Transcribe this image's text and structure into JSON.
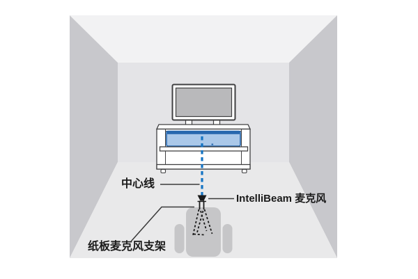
{
  "figure": {
    "labels": {
      "center_line": "中心线",
      "intellibeam_mic": "IntelliBeam 麦克风",
      "cardboard_stand": "纸板麦克风支架"
    },
    "colors": {
      "ceiling": "#f2f2f3",
      "back_wall": "#e4e4e7",
      "side_wall": "#c8c8cc",
      "floor": "#e9e9ea",
      "outline": "#404042",
      "leader": "#3a3a3a",
      "tv_screen": "#b9b9bb",
      "soundbar_fill": "#aac8e9",
      "soundbar_accent": "#2667ae",
      "center_line": "#1474c4",
      "chair": "#c6c6c8",
      "mic": "#1a1a1a"
    }
  }
}
